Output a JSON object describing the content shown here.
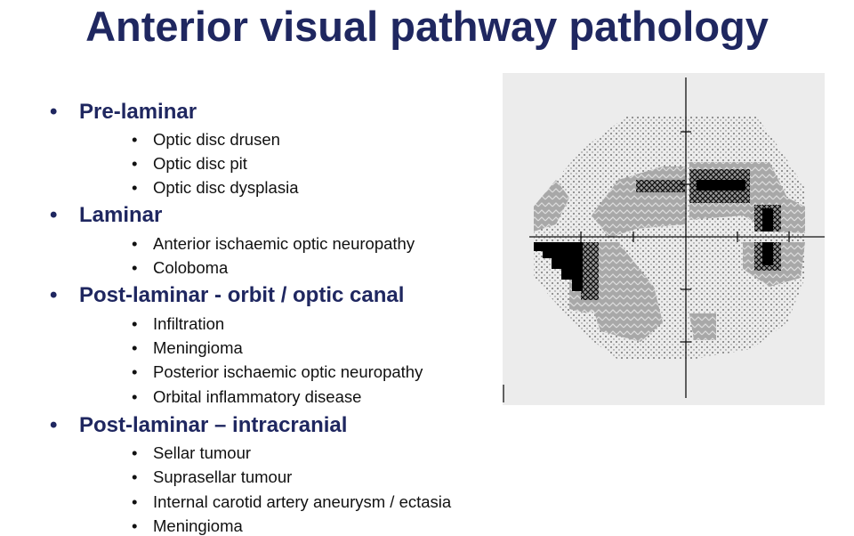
{
  "title": "Anterior visual pathway pathology",
  "sections": [
    {
      "heading": "Pre-laminar",
      "items": [
        "Optic disc drusen",
        "Optic disc pit",
        "Optic disc dysplasia"
      ]
    },
    {
      "heading": "Laminar",
      "items": [
        "Anterior ischaemic optic neuropathy",
        "Coloboma"
      ]
    },
    {
      "heading": "Post-laminar - orbit / optic canal",
      "items": [
        "Infiltration",
        "Meningioma",
        "Posterior ischaemic optic neuropathy",
        "Orbital inflammatory disease"
      ]
    },
    {
      "heading": "Post-laminar – intracranial",
      "items": [
        "Sellar tumour",
        "Suprasellar tumour",
        "Internal carotid artery aneurysm / ectasia",
        "Meningioma"
      ]
    }
  ],
  "bullet": "•",
  "colors": {
    "title": "#1f2760",
    "field_bg": "#ececec"
  }
}
